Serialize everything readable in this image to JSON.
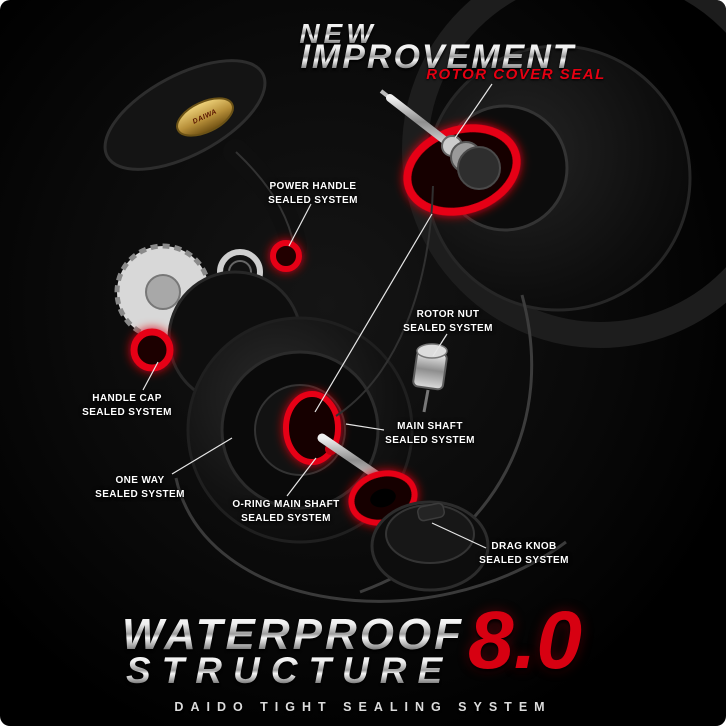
{
  "header": {
    "title_top": "NEW",
    "title_main": "IMPROVEMENT",
    "highlight": "ROTOR COVER SEAL"
  },
  "reel": {
    "brand_badge": "DAIWA"
  },
  "callouts": {
    "power_handle": "POWER HANDLE\nSEALED SYSTEM",
    "rotor_nut": "ROTOR NUT\nSEALED SYSTEM",
    "handle_cap": "HANDLE CAP\nSEALED SYSTEM",
    "main_shaft": "MAIN SHAFT\nSEALED SYSTEM",
    "one_way": "ONE WAY\nSEALED SYSTEM",
    "oring_main_shaft": "O-RING MAIN SHAFT\nSEALED SYSTEM",
    "drag_knob": "DRAG KNOB\nSEALED SYSTEM"
  },
  "footer": {
    "line1": "WATERPROOF",
    "line2": "STRUCTURE",
    "version": "8.0",
    "tagline": "DAIDO TIGHT SEALING SYSTEM"
  },
  "colors": {
    "accent_red": "#e60012",
    "background": "#000000"
  }
}
